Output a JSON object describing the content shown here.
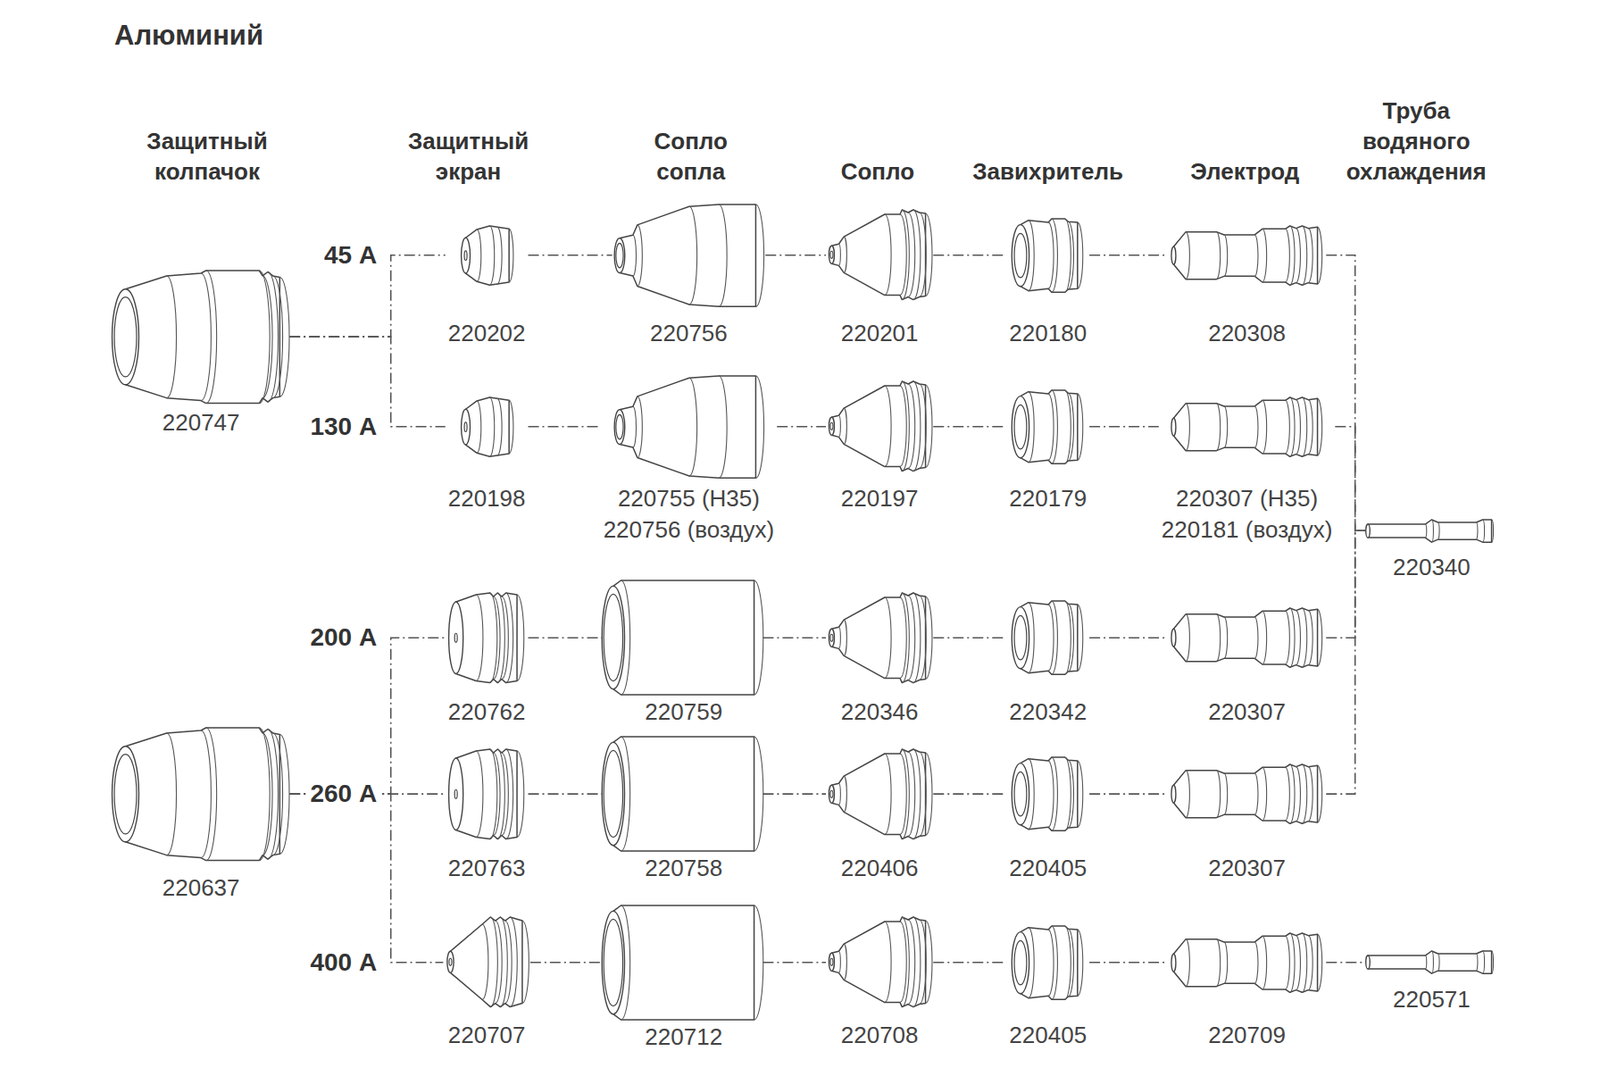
{
  "diagram": {
    "title": "Алюминий",
    "nodes": [
      {
        "text": [
          "220747"
        ]
      },
      {
        "text": [
          "220202"
        ]
      },
      {
        "text": [
          "220756"
        ]
      },
      {
        "text": [
          "220201"
        ]
      },
      {
        "text": [
          "220180"
        ]
      },
      {
        "text": [
          "220308"
        ]
      },
      {
        "text": [
          "220198"
        ]
      },
      {
        "text": [
          "220755 (H35)",
          "220756 (воздух)"
        ]
      },
      {
        "text": [
          "220197"
        ]
      },
      {
        "text": [
          "220179"
        ]
      },
      {
        "text": [
          "220307 (H35)",
          "220181 (воздух)"
        ]
      },
      {
        "text": [
          "220340"
        ]
      },
      {
        "text": [
          "220637"
        ]
      },
      {
        "text": [
          "220762"
        ]
      },
      {
        "text": [
          "220759"
        ]
      },
      {
        "text": [
          "220346"
        ]
      },
      {
        "text": [
          "220342"
        ]
      },
      {
        "text": [
          "220307"
        ]
      },
      {
        "text": [
          "220763"
        ]
      },
      {
        "text": [
          "220758"
        ]
      },
      {
        "text": [
          "220406"
        ]
      },
      {
        "text": [
          "220405"
        ]
      },
      {
        "text": [
          "220307"
        ]
      },
      {
        "text": [
          "220707"
        ]
      },
      {
        "text": [
          "220712"
        ]
      },
      {
        "text": [
          "220708"
        ]
      },
      {
        "text": [
          "220405"
        ]
      },
      {
        "text": [
          "220709"
        ]
      },
      {
        "text": [
          "220571"
        ]
      }
    ],
    "edges": [
      {
        "from": 0,
        "to": 1,
        "arrow": "none"
      },
      {
        "from": 1,
        "to": 2,
        "arrow": "none"
      },
      {
        "from": 2,
        "to": 3,
        "arrow": "none"
      },
      {
        "from": 3,
        "to": 4,
        "arrow": "none"
      },
      {
        "from": 4,
        "to": 5,
        "arrow": "none"
      },
      {
        "from": 5,
        "to": 11,
        "arrow": "none"
      },
      {
        "from": 0,
        "to": 6,
        "arrow": "none"
      },
      {
        "from": 6,
        "to": 7,
        "arrow": "none"
      },
      {
        "from": 7,
        "to": 8,
        "arrow": "none"
      },
      {
        "from": 8,
        "to": 9,
        "arrow": "none"
      },
      {
        "from": 9,
        "to": 10,
        "arrow": "none"
      },
      {
        "from": 10,
        "to": 11,
        "arrow": "none"
      },
      {
        "from": 12,
        "to": 13,
        "arrow": "none"
      },
      {
        "from": 13,
        "to": 14,
        "arrow": "none"
      },
      {
        "from": 14,
        "to": 15,
        "arrow": "none"
      },
      {
        "from": 15,
        "to": 16,
        "arrow": "none"
      },
      {
        "from": 16,
        "to": 17,
        "arrow": "none"
      },
      {
        "from": 17,
        "to": 11,
        "arrow": "none"
      },
      {
        "from": 12,
        "to": 18,
        "arrow": "none"
      },
      {
        "from": 18,
        "to": 19,
        "arrow": "none"
      },
      {
        "from": 19,
        "to": 20,
        "arrow": "none"
      },
      {
        "from": 20,
        "to": 21,
        "arrow": "none"
      },
      {
        "from": 21,
        "to": 22,
        "arrow": "none"
      },
      {
        "from": 22,
        "to": 11,
        "arrow": "none"
      },
      {
        "from": 12,
        "to": 23,
        "arrow": "none"
      },
      {
        "from": 23,
        "to": 24,
        "arrow": "none"
      },
      {
        "from": 24,
        "to": 25,
        "arrow": "none"
      },
      {
        "from": 25,
        "to": 26,
        "arrow": "none"
      },
      {
        "from": 26,
        "to": 27,
        "arrow": "none"
      },
      {
        "from": 27,
        "to": 28,
        "arrow": "none"
      }
    ],
    "labels": [
      "Защитный колпачок",
      "Защитный экран",
      "Сопло сопла",
      "Сопло",
      "Завихритель",
      "Электрод",
      "Труба водяного охлаждения",
      "45 А",
      "130 А",
      "200 А",
      "260 А",
      "400 А"
    ]
  }
}
